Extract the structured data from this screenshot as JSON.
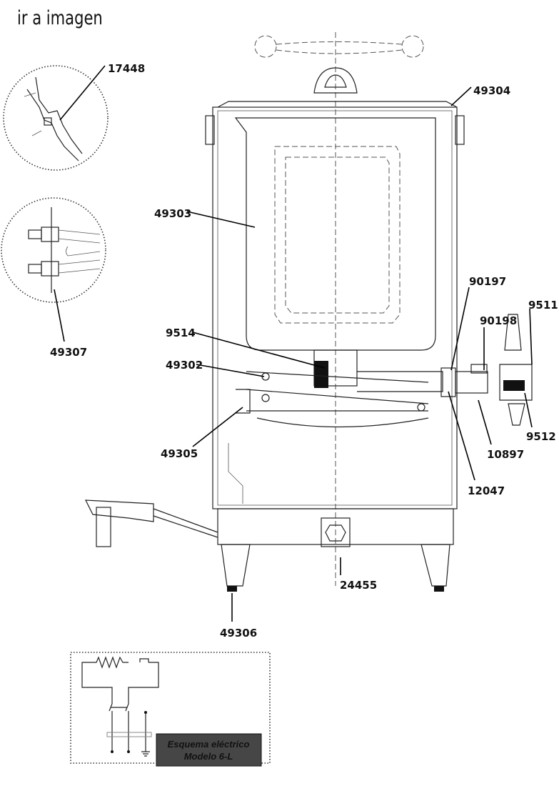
{
  "header": {
    "title": "ir a imagen"
  },
  "parts": {
    "p17448": "17448",
    "p49304": "49304",
    "p49303": "49303",
    "p90197": "90197",
    "p9511": "9511",
    "p90198": "90198",
    "p9514": "9514",
    "p49302": "49302",
    "p49307": "49307",
    "p49305": "49305",
    "p9512": "9512",
    "p10897": "10897",
    "p12047": "12047",
    "p24455": "24455",
    "p49306": "49306"
  },
  "schematic": {
    "line1": "Esquema eléctrico",
    "line2": "Modelo  6-L"
  }
}
